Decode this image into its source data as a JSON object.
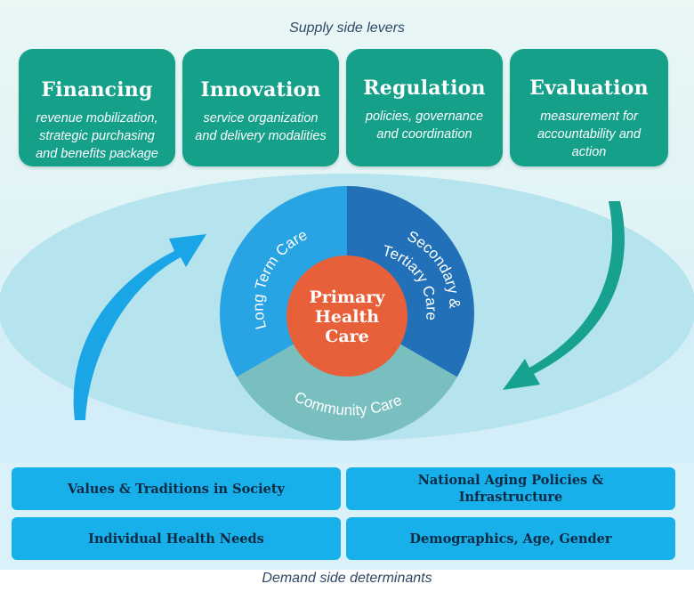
{
  "supply_label": "Supply side levers",
  "demand_label": "Demand side determinants",
  "levers": [
    {
      "title": "Financing",
      "desc": [
        "revenue mobilization,",
        "strategic purchasing",
        "and benefits package"
      ]
    },
    {
      "title": "Innovation",
      "desc": [
        "service organization",
        "and delivery modalities"
      ]
    },
    {
      "title": "Regulation",
      "desc": [
        "policies, governance",
        "and coordination"
      ]
    },
    {
      "title": "Evaluation",
      "desc": [
        "measurement for",
        "accountability and",
        "action"
      ]
    }
  ],
  "wheel": {
    "center": [
      "Primary",
      "Health",
      "Care"
    ],
    "segments": [
      {
        "label": "Long Term Care",
        "color": "#28a3e3"
      },
      {
        "label_lines": [
          "Secondary &",
          "Tertiary Care"
        ],
        "color": "#2271b8"
      },
      {
        "label": "Community Care",
        "color": "#7abfbf"
      }
    ],
    "center_color": "#e8603a"
  },
  "determinants": [
    {
      "lines": [
        "Values & Traditions in Society"
      ]
    },
    {
      "lines": [
        "National Aging Policies &",
        "Infrastructure"
      ]
    },
    {
      "lines": [
        "Individual Health Needs"
      ]
    },
    {
      "lines": [
        "Demographics, Age, Gender"
      ]
    }
  ],
  "colors": {
    "lever_bg": "#14a089",
    "determinant_bg": "#18b0ea",
    "arrow_left": "#1aa6e6",
    "arrow_right": "#16a28e",
    "ellipse": "#b8e6f0",
    "bg_band": "#d4f0f8"
  }
}
